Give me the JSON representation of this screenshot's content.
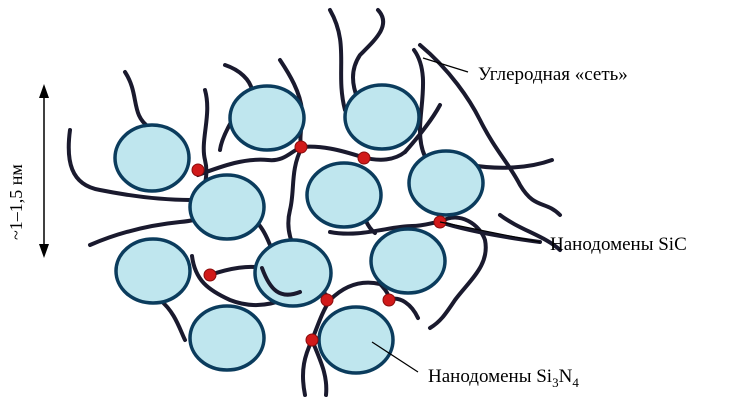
{
  "labels": {
    "carbon_network": "Углеродная «сеть»",
    "sic_nanodomains": "Нанодомены SiC",
    "si3n4_prefix": "Нанодомены Si",
    "si3n4_sub1": "3",
    "si3n4_mid": "N",
    "si3n4_sub2": "4",
    "scale": "~1–1,5 нм"
  },
  "colors": {
    "domain_fill": "#bfe6ee",
    "domain_stroke": "#0b3c5d",
    "network": "#1a1a2e",
    "sic_dot": "#d11a1a"
  }
}
